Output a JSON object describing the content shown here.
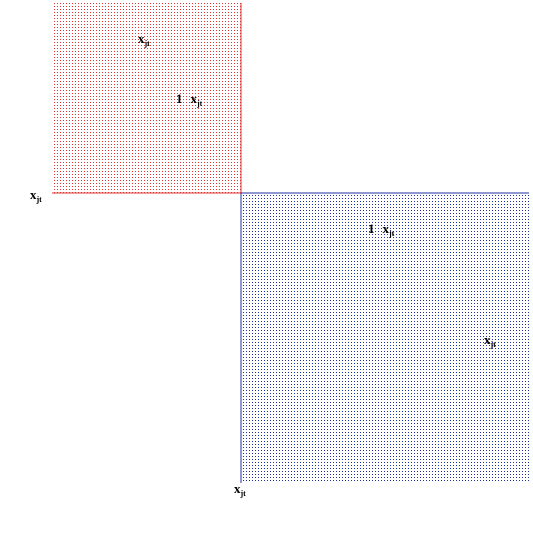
{
  "diagram": {
    "colors": {
      "upper_region": "#e03030",
      "lower_region": "#2030a0",
      "text": "#000000"
    },
    "regions": [
      {
        "name": "upper-left-region",
        "labels": [
          {
            "main": "x",
            "sub": "jt"
          },
          {
            "prefix": "1",
            "main": "x",
            "sub": "jt"
          }
        ]
      },
      {
        "name": "lower-right-region",
        "labels": [
          {
            "prefix": "1",
            "main": "x",
            "sub": "jt"
          },
          {
            "main": "x",
            "sub": "jt"
          }
        ]
      }
    ],
    "axis_labels": {
      "left": {
        "main": "x",
        "sub": "jt"
      },
      "bottom": {
        "main": "x",
        "sub": "jt"
      }
    }
  }
}
